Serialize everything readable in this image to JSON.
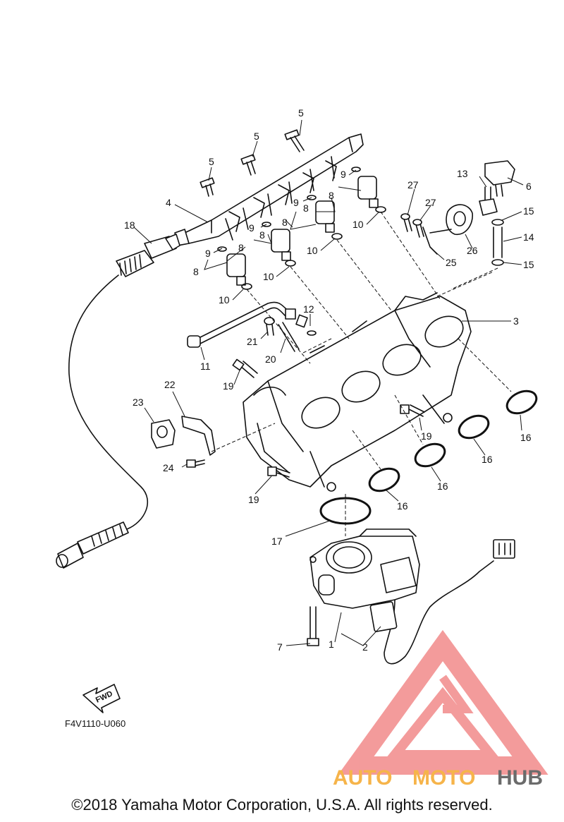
{
  "callouts": [
    {
      "id": "c-5a",
      "text": "5"
    },
    {
      "id": "c-5b",
      "text": "5"
    },
    {
      "id": "c-5c",
      "text": "5"
    },
    {
      "id": "c-4",
      "text": "4"
    },
    {
      "id": "c-18",
      "text": "18"
    },
    {
      "id": "c-9a",
      "text": "9"
    },
    {
      "id": "c-9b",
      "text": "9"
    },
    {
      "id": "c-9c",
      "text": "9"
    },
    {
      "id": "c-9d",
      "text": "9"
    },
    {
      "id": "c-8a",
      "text": "8"
    },
    {
      "id": "c-8b",
      "text": "8"
    },
    {
      "id": "c-8c",
      "text": "8"
    },
    {
      "id": "c-8d",
      "text": "8"
    },
    {
      "id": "c-8e",
      "text": "8"
    },
    {
      "id": "c-8f",
      "text": "8"
    },
    {
      "id": "c-10a",
      "text": "10"
    },
    {
      "id": "c-10b",
      "text": "10"
    },
    {
      "id": "c-10c",
      "text": "10"
    },
    {
      "id": "c-10d",
      "text": "10"
    },
    {
      "id": "c-27a",
      "text": "27"
    },
    {
      "id": "c-27b",
      "text": "27"
    },
    {
      "id": "c-13",
      "text": "13"
    },
    {
      "id": "c-6",
      "text": "6"
    },
    {
      "id": "c-15a",
      "text": "15"
    },
    {
      "id": "c-14",
      "text": "14"
    },
    {
      "id": "c-15b",
      "text": "15"
    },
    {
      "id": "c-26",
      "text": "26"
    },
    {
      "id": "c-25",
      "text": "25"
    },
    {
      "id": "c-3",
      "text": "3"
    },
    {
      "id": "c-12",
      "text": "12"
    },
    {
      "id": "c-21",
      "text": "21"
    },
    {
      "id": "c-20",
      "text": "20"
    },
    {
      "id": "c-11",
      "text": "11"
    },
    {
      "id": "c-19a",
      "text": "19"
    },
    {
      "id": "c-22",
      "text": "22"
    },
    {
      "id": "c-23",
      "text": "23"
    },
    {
      "id": "c-24",
      "text": "24"
    },
    {
      "id": "c-19b",
      "text": "19"
    },
    {
      "id": "c-19c",
      "text": "19"
    },
    {
      "id": "c-16a",
      "text": "16"
    },
    {
      "id": "c-16b",
      "text": "16"
    },
    {
      "id": "c-16c",
      "text": "16"
    },
    {
      "id": "c-16d",
      "text": "16"
    },
    {
      "id": "c-17",
      "text": "17"
    },
    {
      "id": "c-7",
      "text": "7"
    },
    {
      "id": "c-1",
      "text": "1"
    },
    {
      "id": "c-2",
      "text": "2"
    }
  ],
  "fwd_label": "FWD",
  "drawing_code": "F4V1110-U060",
  "watermark": {
    "auto": "AUTO",
    "moto": "MOTO",
    "hub": "HUB",
    "triangle_color": "#f28a8a",
    "auto_color": "#f6b44a",
    "hub_color": "#6b6b6b"
  },
  "copyright": "©2018 Yamaha Motor Corporation, U.S.A. All rights reserved."
}
